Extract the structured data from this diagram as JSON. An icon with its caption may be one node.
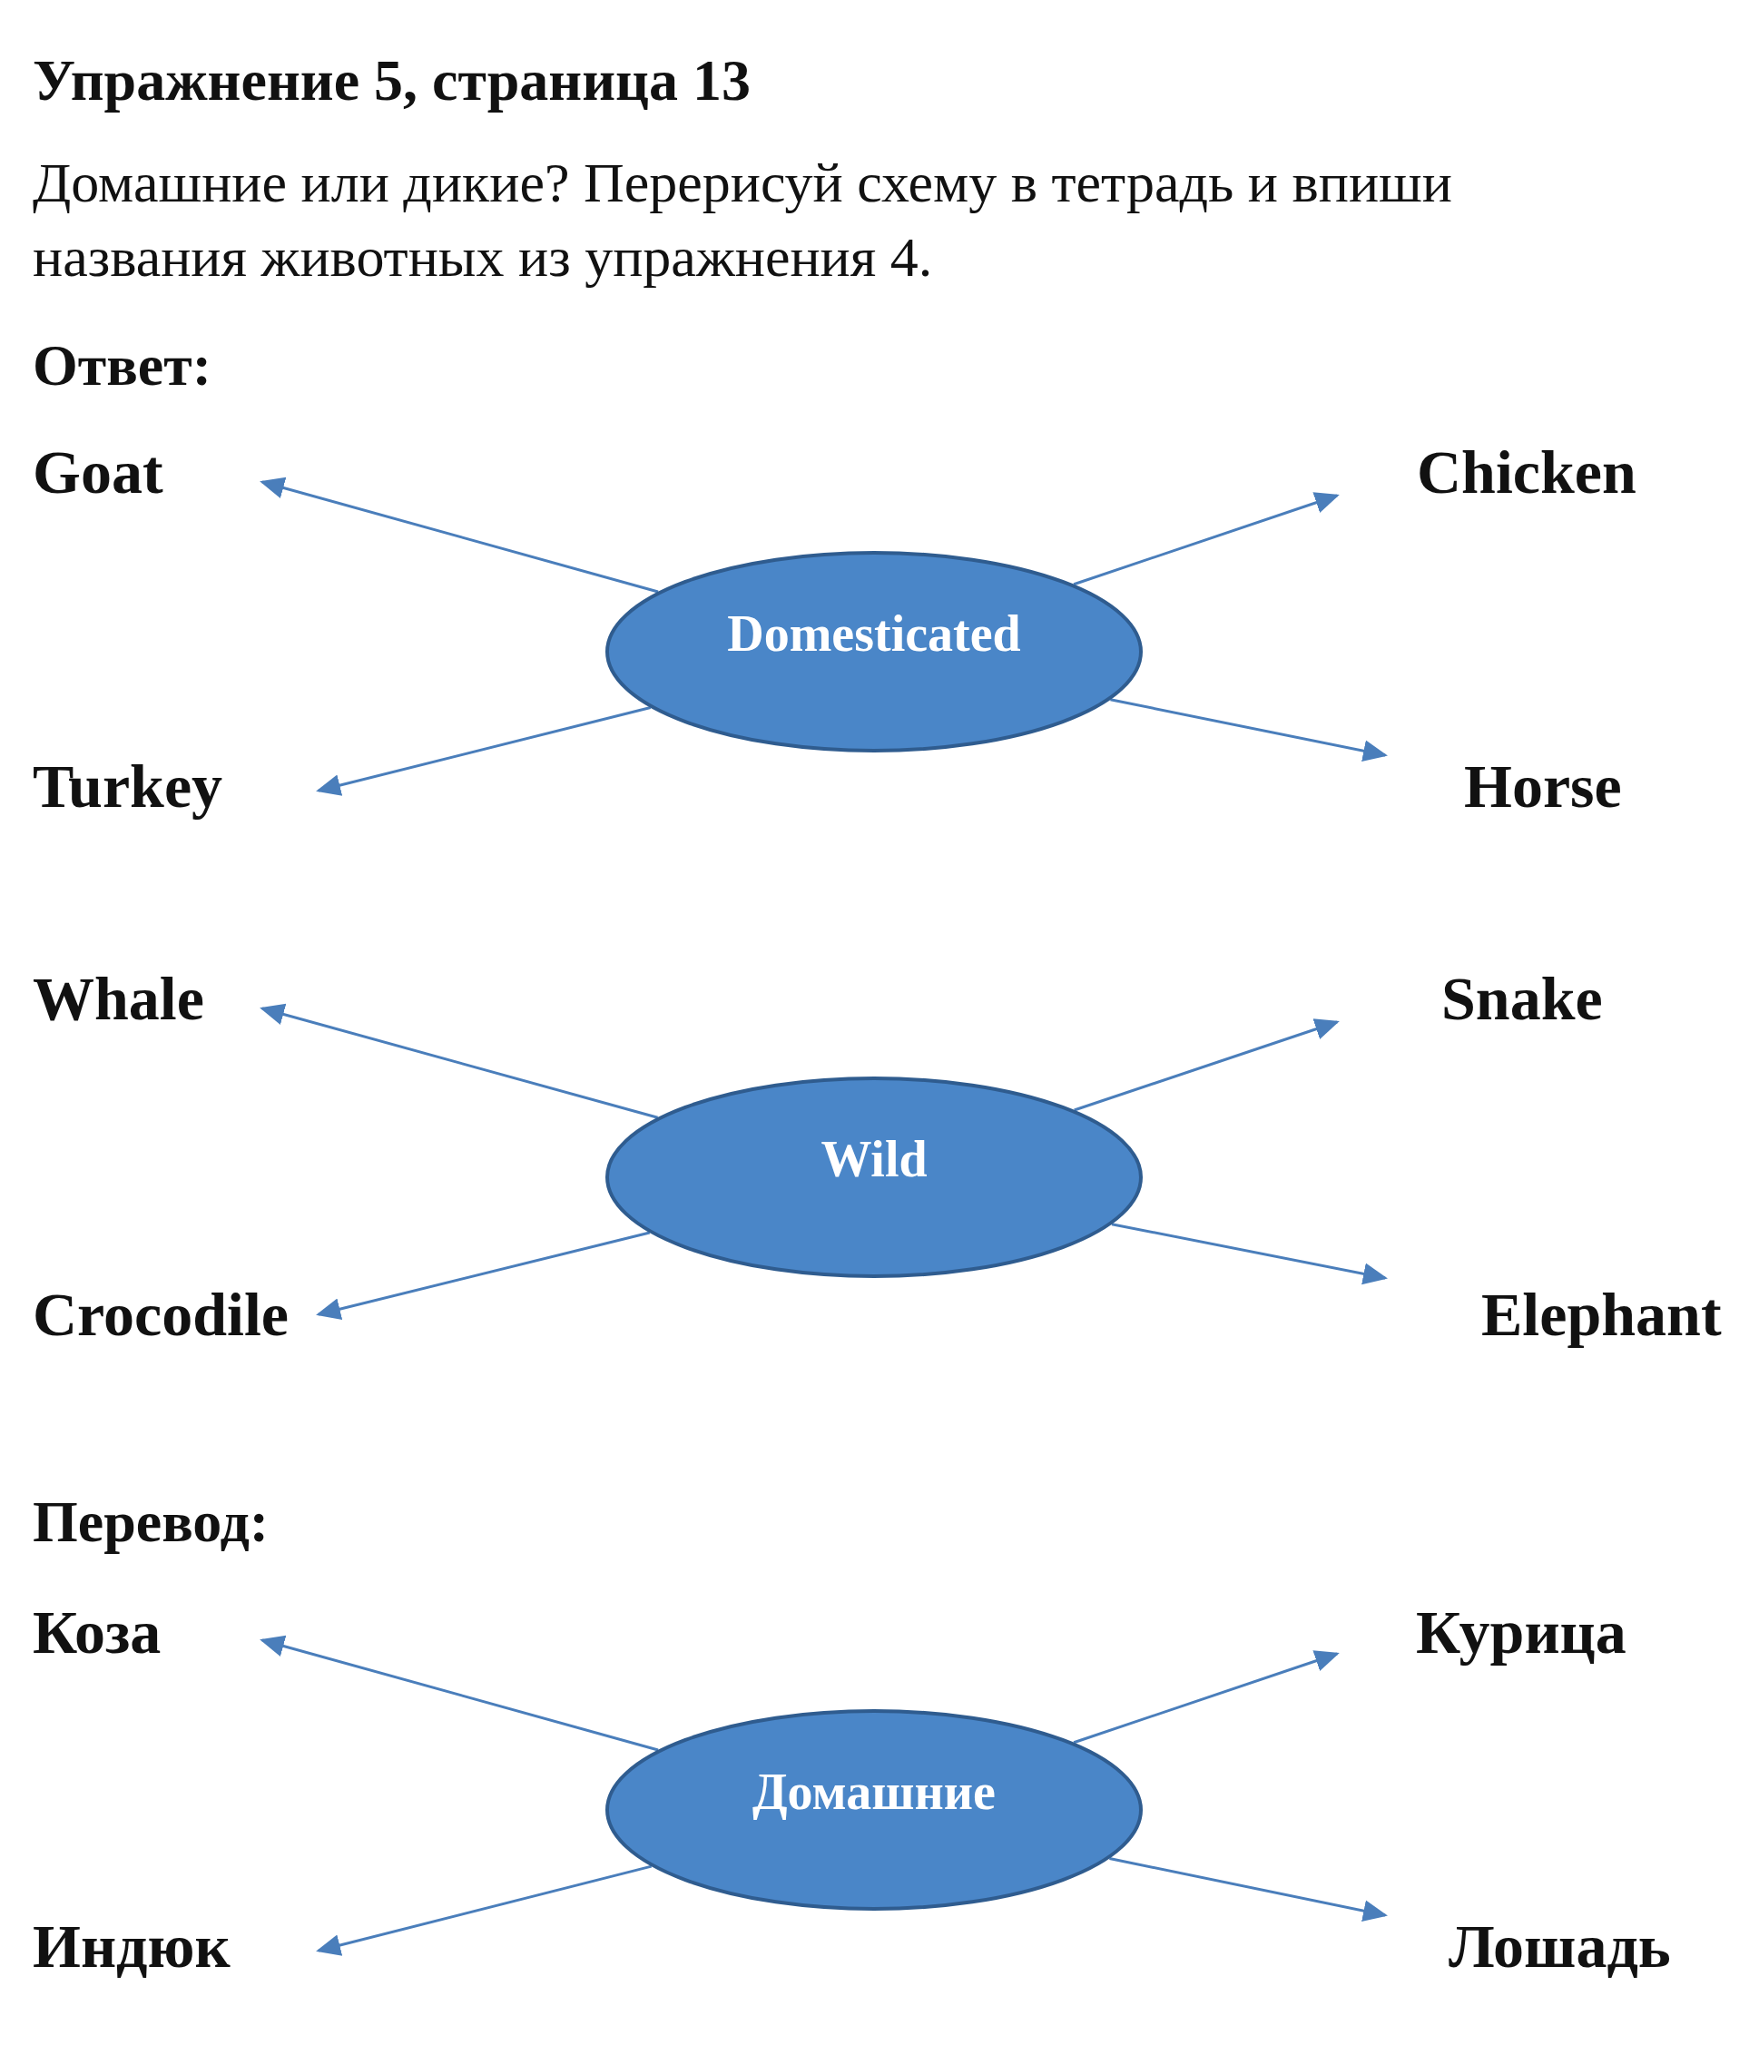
{
  "diagram": {
    "title": "Упражнение 5, страница 13",
    "nodes": [
      {
        "text": [
          "Goat"
        ]
      },
      {
        "text": [
          "Chicken"
        ]
      },
      {
        "text": [
          "Domesticated"
        ]
      },
      {
        "text": [
          "Turkey"
        ]
      },
      {
        "text": [
          "Horse"
        ]
      },
      {
        "text": [
          "Whale"
        ]
      },
      {
        "text": [
          "Snake"
        ]
      },
      {
        "text": [
          "Wild"
        ]
      },
      {
        "text": [
          "Crocodile"
        ]
      },
      {
        "text": [
          "Elephant"
        ]
      },
      {
        "text": [
          "Коза"
        ]
      },
      {
        "text": [
          "Курица"
        ]
      },
      {
        "text": [
          "Домашние"
        ]
      },
      {
        "text": [
          "Индюк"
        ]
      },
      {
        "text": [
          "Лошадь"
        ]
      }
    ],
    "edges": [
      {
        "from": 2,
        "to": 0,
        "arrow": "to"
      },
      {
        "from": 2,
        "to": 1,
        "arrow": "to"
      },
      {
        "from": 2,
        "to": 3,
        "arrow": "to"
      },
      {
        "from": 2,
        "to": 4,
        "arrow": "to"
      },
      {
        "from": 7,
        "to": 5,
        "arrow": "to"
      },
      {
        "from": 7,
        "to": 6,
        "arrow": "to"
      },
      {
        "from": 7,
        "to": 8,
        "arrow": "to"
      },
      {
        "from": 7,
        "to": 9,
        "arrow": "to"
      },
      {
        "from": 12,
        "to": 10,
        "arrow": "to"
      },
      {
        "from": 12,
        "to": 11,
        "arrow": "to"
      },
      {
        "from": 12,
        "to": 13,
        "arrow": "to"
      },
      {
        "from": 12,
        "to": 14,
        "arrow": "to"
      }
    ],
    "labels": [
      "Домашние или дикие? Перерисуй схему в тетрадь и впиши названия животных из упражнения 4.",
      "Ответ:",
      "Перевод:"
    ]
  }
}
